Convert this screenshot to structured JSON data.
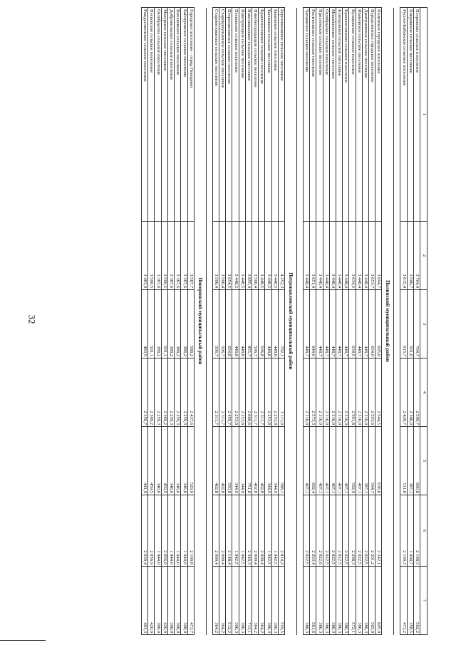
{
  "page_number": "32",
  "headers": [
    "1",
    "2",
    "3",
    "4",
    "5",
    "6",
    "7"
  ],
  "groups": [
    {
      "title": "",
      "rows": [
        [
          "Петровское сельское поселение",
          "3 704,4",
          "704,7",
          "2 509,7",
          "600,8",
          "2 198,3",
          "562,2"
        ],
        [
          "Покровское сельское поселение",
          "3 500,7",
          "501,0",
          "2 306,0",
          "387,1",
          "1 994,7",
          "358,5"
        ],
        [
          "Русско-Бабинское сельское поселение",
          "3 615,4",
          "615,7",
          "2 420,7",
          "511,8",
          "2 109,3",
          "473,2"
        ]
      ]
    },
    {
      "title": "Палинский муниципальный район",
      "rows": [
        [
          "Палинское городское поселение",
          "3 694,7",
          "695,0",
          "2 544,5",
          "636,6",
          "2 242,1",
          "605,9"
        ],
        [
          "Переделинское городское поселение",
          "3 653,7",
          "654,0",
          "2 503,6",
          "594,7",
          "2 201,2",
          "565,0"
        ],
        [
          "Дмитриевское сельское поселение",
          "3 448,4",
          "448,7",
          "2 316,0",
          "387,1",
          "2 022,5",
          "386,3"
        ],
        [
          "Ивановское сельское поселение",
          "3 448,4",
          "448,7",
          "2 316,0",
          "407,1",
          "2 022,5",
          "386,3"
        ],
        [
          "Куликовское сельское поселение",
          "3 634,2",
          "634,5",
          "2 501,8",
          "592,9",
          "2 208,3",
          "572,1"
        ],
        [
          "Красноплинское сельское поселение",
          "3 448,4",
          "448,7",
          "2 316,0",
          "407,1",
          "2 022,5",
          "386,3"
        ],
        [
          "Клинцовское сельское поселение",
          "3 448,4",
          "448,7",
          "2 316,0",
          "407,1",
          "2 022,5",
          "386,3"
        ],
        [
          "Михайловское сельское поселение",
          "3 448,4",
          "448,7",
          "2 316,0",
          "407,1",
          "2 022,5",
          "386,3"
        ],
        [
          "Октябрьское сельское поселение",
          "3 448,4",
          "448,7",
          "2 316,0",
          "407,1",
          "2 022,5",
          "386,3"
        ],
        [
          "Пристенское сельское поселение",
          "3 448,4",
          "448,7",
          "2 316,0",
          "407,1",
          "2 022,6",
          "386,3"
        ],
        [
          "Ростиновское сельское поселение",
          "3 651,4",
          "644,0",
          "2 573,3",
          "602,4",
          "2 263,4",
          "581,6"
        ],
        [
          "Чапаевское сельское поселение",
          "3 448,4",
          "448,7",
          "2 316,0",
          "407,1",
          "2 022,5",
          "386,3"
        ]
      ]
    },
    {
      "title": "Петропавловский муниципальный район",
      "rows": [
        [
          "Березниковское сельское поселение",
          "4 252,3",
          "702,1",
          "3 111,9",
          "588,1",
          "2 814,2",
          "559,5"
        ],
        [
          "Быковское сельское поселение",
          "3 448,5",
          "448,8",
          "2 253,8",
          "344,9",
          "1 942,5",
          "306,3"
        ],
        [
          "Бычковское сельское поселение",
          "3 448,5",
          "448,8",
          "2 253,8",
          "344,9",
          "1 942,5",
          "306,3"
        ],
        [
          "Красноселовское сельское поселение",
          "3 448,5",
          "506,8",
          "2 311,7",
          "402,8",
          "2 000,4",
          "364,2"
        ],
        [
          "Новобогородицкое сельское поселение",
          "3 506,4",
          "506,7",
          "2 311,7",
          "402,8",
          "2 000,4",
          "364,2"
        ],
        [
          "Новолиманское сельское поселение",
          "3 855,4",
          "855,7",
          "2 660,6",
          "751,8",
          "2 349,3",
          "713,1"
        ],
        [
          "Новотроицкое сельское поселение",
          "3 448,5",
          "448,8",
          "2 253,8",
          "344,9",
          "1 942,5",
          "306,3"
        ],
        [
          "Песковское сельское поселение",
          "3 448,5",
          "448,8",
          "2 253,8",
          "344,9",
          "1 942,5",
          "306,3"
        ],
        [
          "Петропавловское сельское поселение",
          "3 654,5",
          "654,8",
          "2 459,7",
          "550,8",
          "2 148,4",
          "512,2"
        ],
        [
          "Старокриушанское сельское поселение",
          "3 506,4",
          "506,7",
          "2 311,7",
          "402,8",
          "2 000,4",
          "364,2"
        ],
        [
          "Старомеловатское сельское поселение",
          "3 506,4",
          "506,7",
          "2 311,7",
          "402,8",
          "2 000,4",
          "364,2"
        ]
      ]
    },
    {
      "title": "Поворинский муниципальный район",
      "rows": [
        [
          "Городское поселение - город Поворино",
          "3 587,7",
          "588,2",
          "2 437,6",
          "529,9",
          "2 109,8",
          "473,7"
        ],
        [
          "Байчуровское сельское поселение",
          "3 387,6",
          "388,2",
          "2 259,3",
          "346,6",
          "1 944,0",
          "308,0"
        ],
        [
          "Вихляевское сельское поселение",
          "3 387,6",
          "388,2",
          "2 259,3",
          "346,6",
          "1 944,0",
          "308,0"
        ],
        [
          "Добровольское сельское поселение",
          "3 387,6",
          "388,2",
          "2 259,3",
          "346,6",
          "1 944,0",
          "308,0"
        ],
        [
          "Мазурское сельское поселение",
          "3 500,5",
          "501,1",
          "2 369,2",
          "459,5",
          "2 056,9",
          "420,9"
        ],
        [
          "Октябрьское сельское поселение",
          "3 387,6",
          "388,2",
          "2 259,3",
          "346,6",
          "1 944,0",
          "308,0"
        ],
        [
          "Песковское сельское поселение",
          "3 500,5",
          "501,1",
          "2 369,2",
          "459,5",
          "2 056,9",
          "420,9"
        ],
        [
          "Рождественское сельское поселение",
          "3 483,0",
          "483,5",
          "2 350,7",
          "441,9",
          "2 039,4",
          "403,3"
        ]
      ]
    }
  ]
}
